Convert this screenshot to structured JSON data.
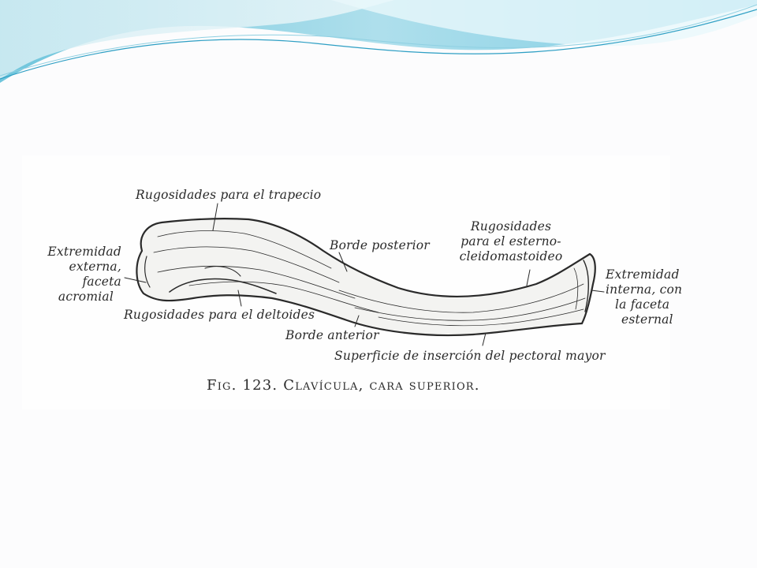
{
  "figure": {
    "caption": "Fig. 123. Clavícula, cara superior."
  },
  "labels": {
    "trapecio": "Rugosidades para el trapecio",
    "acromial_line1": "Extremidad",
    "acromial_line2": "externa,",
    "acromial_line3": "faceta",
    "acromial_line4": "acromial",
    "deltoides": "Rugosidades para el deltoides",
    "borde_posterior": "Borde posterior",
    "borde_anterior": "Borde anterior",
    "esterno_line1": "Rugosidades",
    "esterno_line2": "para el esterno-",
    "esterno_line3": "cleidomastoideo",
    "esternal_line1": "Extremidad",
    "esternal_line2": "interna, con",
    "esternal_line3": "la faceta",
    "esternal_line4": "esternal",
    "pectoral": "Superficie de inserción del pectoral mayor"
  },
  "colors": {
    "wave_light": "#bfe6ee",
    "wave_mid": "#7cc6dc",
    "wave_dark": "#2e9fc4",
    "ink": "#2a2a2a"
  }
}
